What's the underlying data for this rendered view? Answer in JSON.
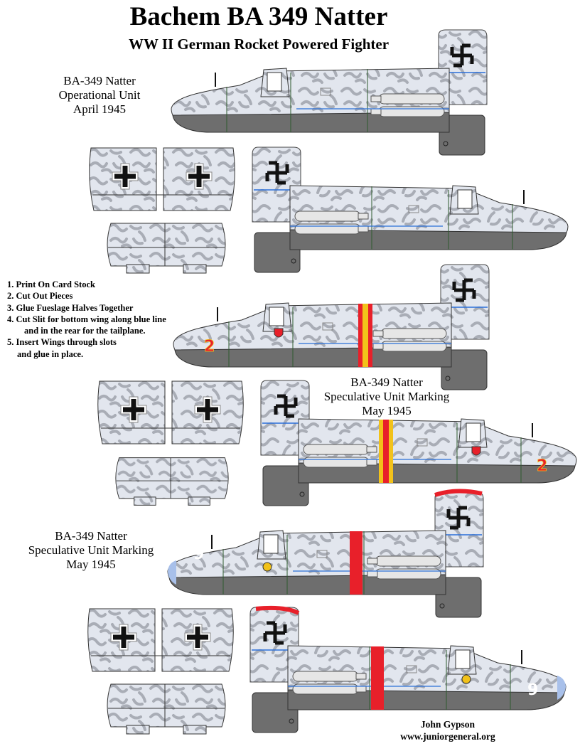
{
  "header": {
    "title": "Bachem BA 349 Natter",
    "subtitle": "WW II German Rocket Powered Fighter"
  },
  "captions": [
    {
      "line1": "BA-349 Natter",
      "line2": "Operational Unit",
      "line3": "April 1945"
    },
    {
      "line1": "BA-349 Natter",
      "line2": "Speculative Unit Marking",
      "line3": "May 1945"
    },
    {
      "line1": "BA-349 Natter",
      "line2": "Speculative Unit Marking",
      "line3": "May 1945"
    }
  ],
  "instructions": [
    "1. Print On Card Stock",
    "2. Cut Out Pieces",
    "3. Glue Fueslage Halves Together",
    "4. Cut Slit for bottom wing along blue line",
    "and in the rear for the tailplane.",
    "5. Insert Wings through slots",
    "and glue in place."
  ],
  "markings": {
    "plane3_number": "2",
    "plane4_number": "2",
    "plane5_number": "9",
    "plane6_number": "9"
  },
  "credit": {
    "author": "John Gypson",
    "website": "www.juniorgeneral.org"
  },
  "colors": {
    "camo_light": "#dfe3ea",
    "camo_dark": "#a9adb5",
    "underside": "#6e6e6e",
    "panel_blue": "#2a6fd8",
    "stripe_red": "#e8202a",
    "stripe_yellow": "#f2c21a",
    "nose_blue": "#a8c0ea"
  }
}
